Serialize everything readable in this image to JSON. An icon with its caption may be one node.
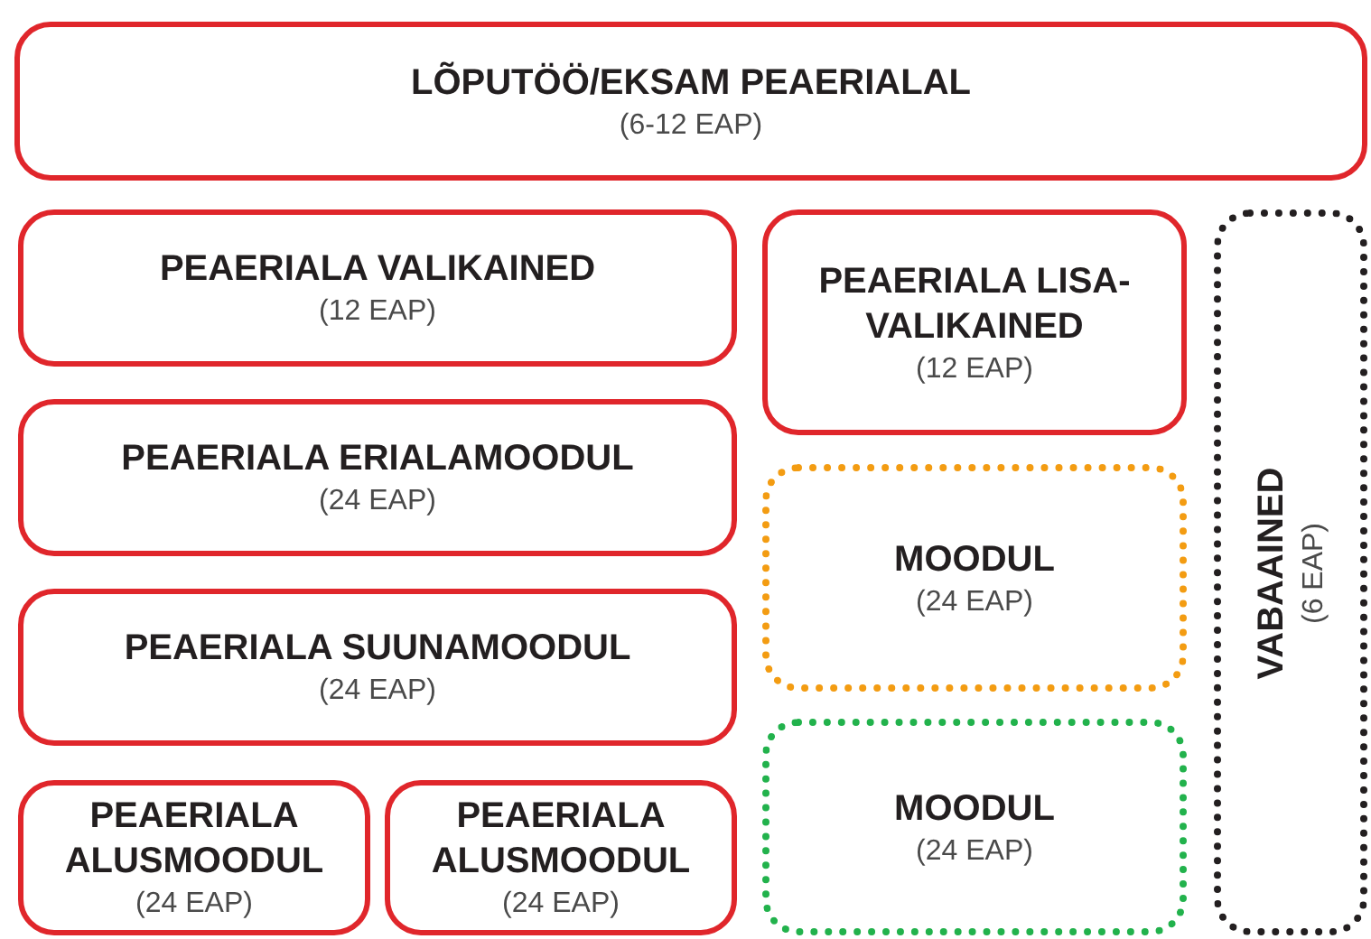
{
  "diagram": {
    "nodes": [
      {
        "text": [
          "LÕPUTÖÖ/EKSAM PEAERIALAL",
          "(6-12 EAP)"
        ]
      },
      {
        "text": [
          "PEAERIALA VALIKAINED",
          "(12 EAP)"
        ]
      },
      {
        "text": [
          "PEAERIALA LISA-VALIKAINED",
          "(12 EAP)"
        ]
      },
      {
        "text": [
          "PEAERIALA ERIALAMOODUL",
          "(24 EAP)"
        ]
      },
      {
        "text": [
          "MOODUL",
          "(24 EAP)"
        ]
      },
      {
        "text": [
          "PEAERIALA SUUNAMOODUL",
          "(24 EAP)"
        ]
      },
      {
        "text": [
          "MOODUL",
          "(24 EAP)"
        ]
      },
      {
        "text": [
          "PEAERIALA ALUSMOODUL",
          "(24 EAP)"
        ]
      },
      {
        "text": [
          "PEAERIALA ALUSMOODUL",
          "(24 EAP)"
        ]
      },
      {
        "text": [
          "VABAAINED",
          "(6 EAP)"
        ]
      }
    ]
  }
}
